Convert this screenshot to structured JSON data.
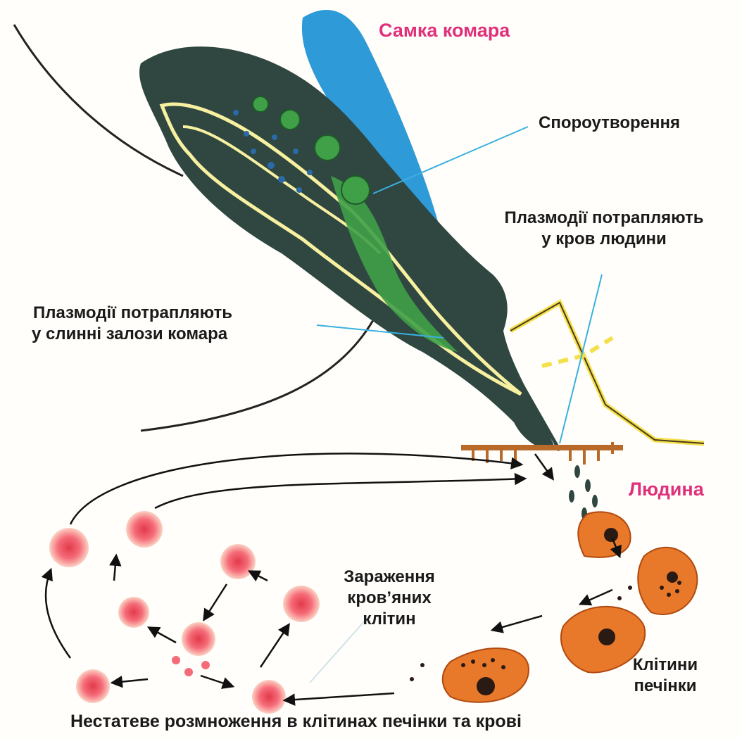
{
  "labels": {
    "female_mosquito": "Самка комара",
    "sporogony": "Спороутворення",
    "plasmodia_to_blood_l1": "Плазмодії потрапляють",
    "plasmodia_to_blood_l2": "у кров людини",
    "plasmodia_to_glands_l1": "Плазмодії потрапляють",
    "plasmodia_to_glands_l2": "у слинні залози комара",
    "human": "Людина",
    "infection_l1": "Зараження",
    "infection_l2": "кров’яних",
    "infection_l3": "клітин",
    "liver_cells_l1": "Клітини",
    "liver_cells_l2": "печінки",
    "asexual_reproduction": "Нестатеве розмноження в клітинах печінки та крові"
  },
  "colors": {
    "label_pink": "#e0307a",
    "wing_blue": "#2e9ad8",
    "mosquito_dark": "#2f4740",
    "gut_green": "#3fa048",
    "red_blood_cell": "#f26a6a",
    "liver_cell": "#e8782a",
    "skin": "#b86a2a",
    "pointer_line": "#3ab0e0"
  }
}
